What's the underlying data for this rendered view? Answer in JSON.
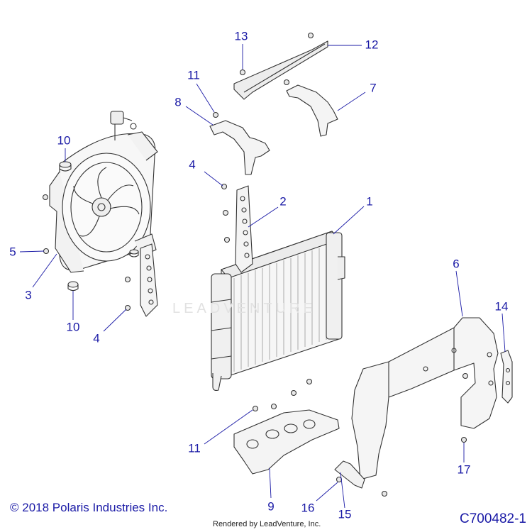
{
  "diagram": {
    "callouts": [
      {
        "id": "c1",
        "label": "1"
      },
      {
        "id": "c2",
        "label": "2"
      },
      {
        "id": "c3",
        "label": "3"
      },
      {
        "id": "c4a",
        "label": "4"
      },
      {
        "id": "c4b",
        "label": "4"
      },
      {
        "id": "c5",
        "label": "5"
      },
      {
        "id": "c6",
        "label": "6"
      },
      {
        "id": "c7",
        "label": "7"
      },
      {
        "id": "c8",
        "label": "8"
      },
      {
        "id": "c9",
        "label": "9"
      },
      {
        "id": "c10a",
        "label": "10"
      },
      {
        "id": "c10b",
        "label": "10"
      },
      {
        "id": "c11a",
        "label": "11"
      },
      {
        "id": "c11b",
        "label": "11"
      },
      {
        "id": "c12",
        "label": "12"
      },
      {
        "id": "c13",
        "label": "13"
      },
      {
        "id": "c14",
        "label": "14"
      },
      {
        "id": "c15",
        "label": "15"
      },
      {
        "id": "c16",
        "label": "16"
      },
      {
        "id": "c17",
        "label": "17"
      }
    ],
    "watermark": "LEADVENTURE",
    "copyright": "© 2018 Polaris Industries Inc.",
    "figure_id": "C700482-1",
    "rendered_by": "Rendered by LeadVenture, Inc.",
    "colors": {
      "callout": "#1a1aa6",
      "linework": "#333333",
      "leader": "#1a1aa6"
    }
  }
}
